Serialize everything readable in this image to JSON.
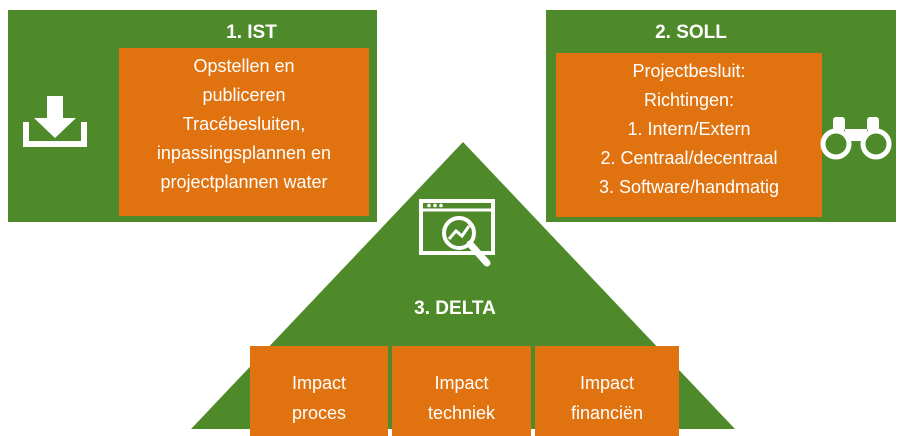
{
  "ist": {
    "title": "1. IST",
    "lines": [
      "Opstellen en",
      "publiceren",
      "Tracébesluiten,",
      "inpassingsplannen en",
      "projectplannen water"
    ]
  },
  "soll": {
    "title": "2. SOLL",
    "lines": [
      "Projectbesluit:",
      "Richtingen:",
      "1. Intern/Extern",
      "2. Centraal/decentraal",
      "3. Software/handmatig"
    ]
  },
  "delta": {
    "title": "3. DELTA",
    "impacts": [
      {
        "line1": "Impact",
        "line2": "proces"
      },
      {
        "line1": "Impact",
        "line2": "techniek"
      },
      {
        "line1": "Impact",
        "line2": "financiën"
      }
    ]
  },
  "colors": {
    "green": "#4e8a29",
    "orange": "#e0730f",
    "text": "#ffffff"
  },
  "icons": [
    "download-icon",
    "binoculars-icon",
    "analytics-icon"
  ]
}
